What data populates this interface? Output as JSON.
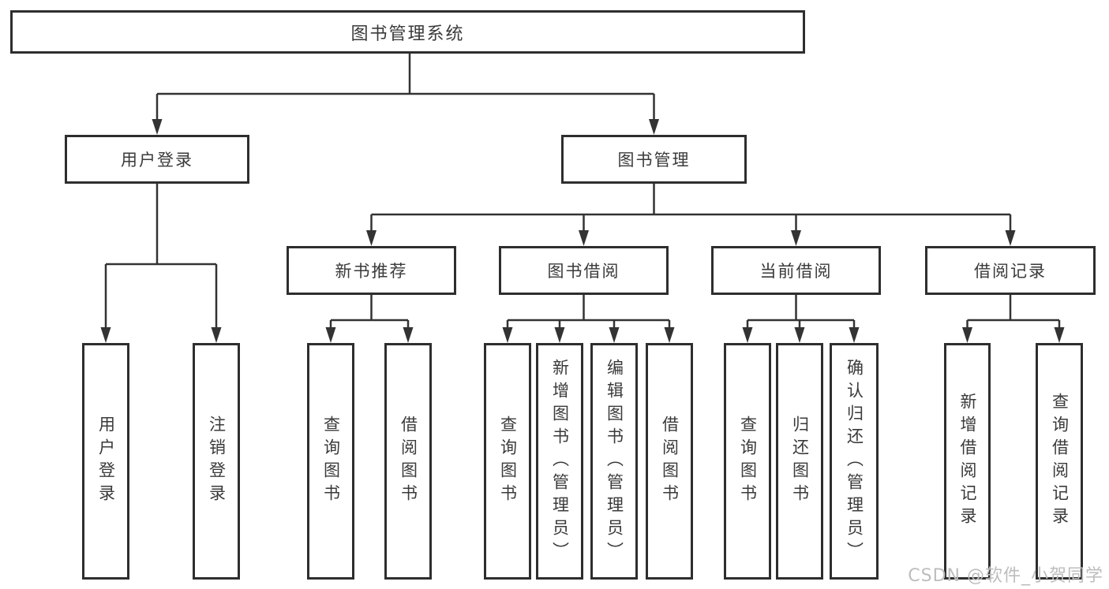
{
  "diagram": {
    "type": "tree",
    "title": "图书管理系统",
    "watermark": "CSDN @软件_小贺同学",
    "colors": {
      "line": "#333333",
      "box_border": "#2e2e2e",
      "box_fill": "#ffffff",
      "text": "#3a3a3a",
      "watermark_text": "#bdbdbd",
      "background": "#ffffff"
    },
    "root": {
      "label": "图书管理系统"
    },
    "level1": [
      {
        "label": "用户登录"
      },
      {
        "label": "图书管理"
      }
    ],
    "level2": [
      {
        "label": "新书推荐"
      },
      {
        "label": "图书借阅"
      },
      {
        "label": "当前借阅"
      },
      {
        "label": "借阅记录"
      }
    ],
    "leaves": {
      "user_login": [
        {
          "label": "用户登录"
        },
        {
          "label": "注销登录"
        }
      ],
      "new_book_recommend": [
        {
          "label": "查询图书"
        },
        {
          "label": "借阅图书"
        }
      ],
      "book_borrow": [
        {
          "label": "查询图书"
        },
        {
          "label": "新增图书（管理员）"
        },
        {
          "label": "编辑图书（管理员）"
        },
        {
          "label": "借阅图书"
        }
      ],
      "current_borrow": [
        {
          "label": "查询图书"
        },
        {
          "label": "归还图书"
        },
        {
          "label": "确认归还（管理员）"
        }
      ],
      "borrow_record": [
        {
          "label": "新增借阅记录"
        },
        {
          "label": "查询借阅记录"
        }
      ]
    }
  }
}
